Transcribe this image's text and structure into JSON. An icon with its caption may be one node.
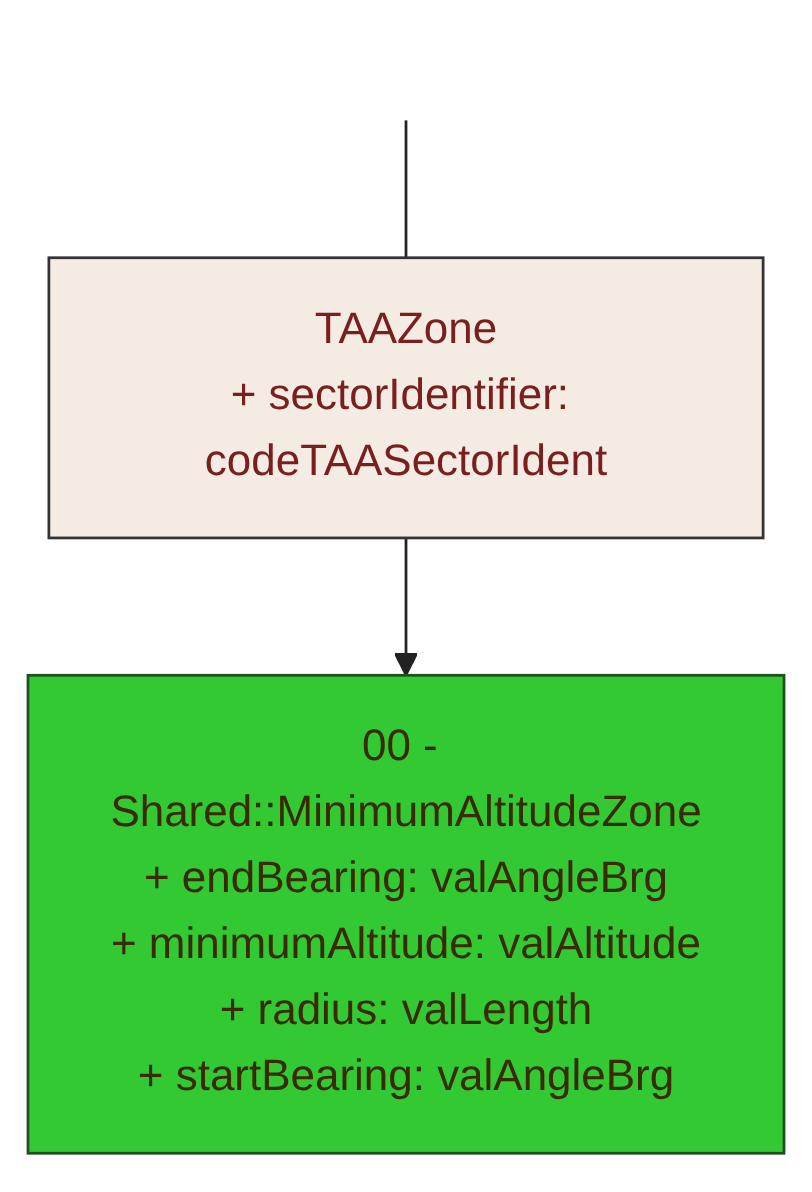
{
  "diagram": {
    "nodes": [
      {
        "text": [
          "TAAZone",
          "+ sectorIdentifier: codeTAASectorIdent"
        ]
      },
      {
        "text": [
          "00 - Shared::MinimumAltitudeZone",
          "+ endBearing: valAngleBrg",
          "+ minimumAltitude: valAltitude",
          "+ radius: valLength",
          "+ startBearing: valAngleBrg"
        ]
      }
    ],
    "edges": [
      {
        "from": null,
        "to": 0,
        "arrow": "none"
      },
      {
        "from": 0,
        "to": 1,
        "arrow": "to"
      }
    ]
  }
}
